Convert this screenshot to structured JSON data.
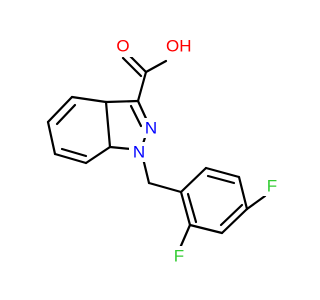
{
  "molecule": {
    "atoms": {
      "O_carbonyl": {
        "label": "O",
        "color": "#ff0000"
      },
      "OH": {
        "label": "OH",
        "color": "#ff0000"
      },
      "N2": {
        "label": "N",
        "color": "#0000ff"
      },
      "N1": {
        "label": "N",
        "color": "#0000ff"
      },
      "F_ortho": {
        "label": "F",
        "color": "#33cc33"
      },
      "F_para": {
        "label": "F",
        "color": "#33cc33"
      }
    }
  }
}
